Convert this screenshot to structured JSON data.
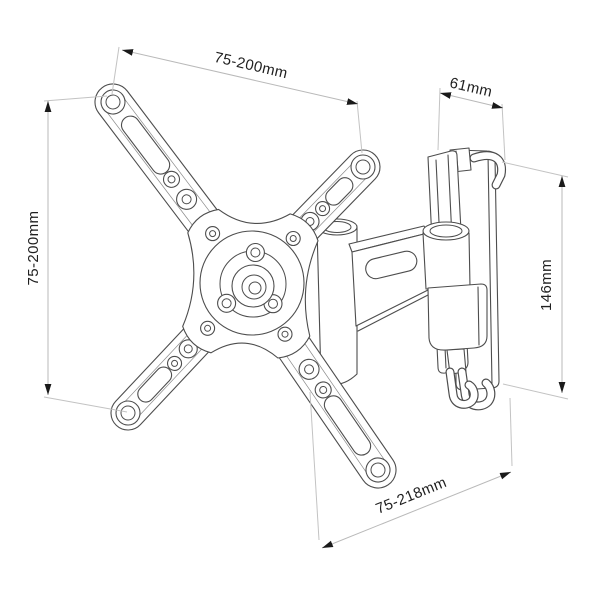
{
  "background": "#ffffff",
  "colors": {
    "part_outline": "#4d4d4d",
    "dimension_line": "#b9b9b9",
    "arrow": "#1a1a1a",
    "label_text": "#1f1f1f"
  },
  "dimensions": {
    "vesa_width": {
      "label": "75-200mm",
      "position": "top"
    },
    "wall_plate_width": {
      "label": "61mm",
      "position": "top-right"
    },
    "vesa_height": {
      "label": "75-200mm",
      "position": "left"
    },
    "wall_plate_height": {
      "label": "146mm",
      "position": "right"
    },
    "arm_reach": {
      "label": "75-218mm",
      "position": "bottom"
    }
  }
}
